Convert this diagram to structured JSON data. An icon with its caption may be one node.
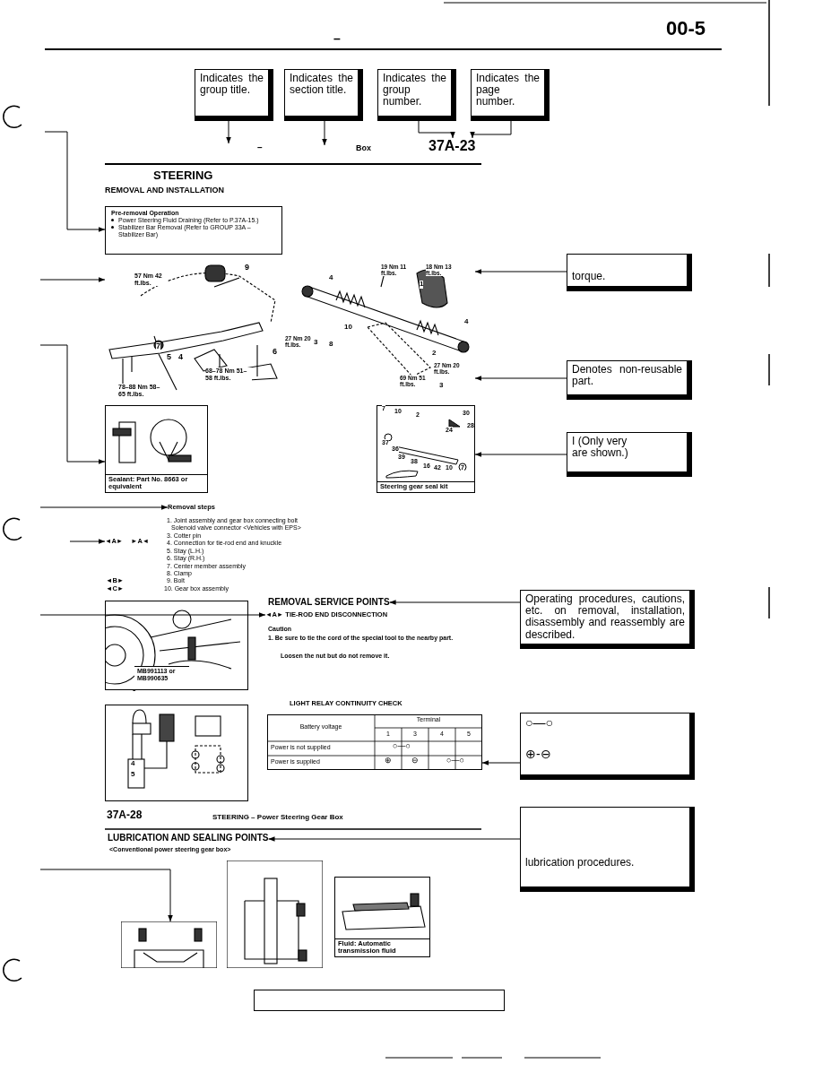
{
  "diagram": {
    "nodes": [
      {
        "text": [
          "Indicates the group title."
        ]
      },
      {
        "text": [
          "Indicates the section title."
        ]
      },
      {
        "text": [
          "Indicates the group number."
        ]
      },
      {
        "text": [
          "Indicates the page number."
        ]
      },
      {
        "text": [
          "37A-23"
        ]
      },
      {
        "text": [
          "Pre-removal Operation",
          "Power Steering Fluid Draining (Refer to P.37A-15.)",
          "Stabilizer Bar Removal (Refer to GROUP 33A – Stabilizer Bar)"
        ]
      },
      {
        "text": [],
        "shape": "picture"
      },
      {
        "text": [],
        "shape": "picture"
      },
      {
        "text": [
          "torque."
        ]
      },
      {
        "text": [
          "Denotes non-reusable part."
        ]
      },
      {
        "text": [
          "Sealant: Part No. 8663 or equivalent"
        ]
      },
      {
        "text": [
          "Steering gear seal kit"
        ]
      },
      {
        "text": [
          "I (Only very are shown.)"
        ]
      },
      {
        "text": [
          "Removal steps"
        ]
      },
      {
        "text": [
          "◄A►"
        ]
      },
      {
        "text": [
          "MB991113 or MB990635"
        ]
      },
      {
        "text": [
          "◄A► TIE-ROD END DISCONNECTION"
        ]
      },
      {
        "text": [
          "REMOVAL SERVICE POINTS"
        ]
      },
      {
        "text": [
          "Operating procedures, cautions, etc. on removal, installation, disassembly and reassembly are described."
        ]
      },
      {
        "text": [],
        "shape": "picture"
      },
      {
        "text": [
          "LIGHT RELAY CONTINUITY CHECK"
        ]
      },
      {
        "text": [
          "○—○",
          "⊕-⊖"
        ]
      },
      {
        "text": [
          "LUBRICATION AND SEALING POINTS"
        ]
      },
      {
        "text": [
          "lubrication procedures."
        ]
      },
      {
        "text": [],
        "shape": "picture"
      },
      {
        "text": [],
        "shape": "picture"
      },
      {
        "text": [
          "Fluid: Automatic transmission fluid"
        ]
      },
      {
        "text": [],
        "shape": "box"
      }
    ],
    "edges": [
      {
        "from": 0,
        "to": null,
        "arrow": "to"
      },
      {
        "from": 1,
        "to": null,
        "arrow": "to"
      },
      {
        "from": 2,
        "to": 4,
        "arrow": "to"
      },
      {
        "from": 3,
        "to": 4,
        "arrow": "to"
      },
      {
        "from": null,
        "to": 5,
        "arrow": "to"
      },
      {
        "from": null,
        "to": 6,
        "arrow": "to"
      },
      {
        "from": 8,
        "to": 7,
        "arrow": "to"
      },
      {
        "from": 9,
        "to": 7,
        "arrow": "to"
      },
      {
        "from": null,
        "to": 10,
        "arrow": "to"
      },
      {
        "from": 12,
        "to": 11,
        "arrow": "to"
      },
      {
        "from": null,
        "to": 13,
        "arrow": "to"
      },
      {
        "from": null,
        "to": 14,
        "arrow": "to"
      },
      {
        "from": null,
        "to": 16,
        "arrow": "to"
      },
      {
        "from": 18,
        "to": 17,
        "arrow": "to"
      },
      {
        "from": 21,
        "to": 20,
        "arrow": "to"
      },
      {
        "from": 23,
        "to": 22,
        "arrow": "to"
      },
      {
        "from": null,
        "to": 24,
        "arrow": "to"
      }
    ],
    "labels": [
      "00-5",
      "–",
      "–",
      "Box",
      "STEERING",
      "REMOVAL AND INSTALLATION",
      "9",
      "57 Nm 42 ft.lbs.",
      "7",
      "5",
      "4",
      "6",
      "68–78 Nm 51–58 ft.lbs.",
      "78–88 Nm 58–65 ft.lbs.",
      "19 Nm 11 ft.lbs.",
      "18 Nm 13 ft.lbs.",
      "1",
      "4",
      "10",
      "27 Nm 20 ft.lbs.",
      "3",
      "8",
      "4",
      "2",
      "27 Nm 20 ft.lbs.",
      "69 Nm 51 ft.lbs.",
      "3",
      "7",
      "10",
      "2",
      "30",
      "28",
      "24",
      "37",
      "36",
      "39",
      "38",
      "16",
      "42",
      "10",
      "7",
      "1. Joint assembly and gear box connecting bolt",
      "Solenoid valve connector <Vehicles with EPS>",
      "3. Cotter pin",
      "►A◄",
      "4. Connection for tie-rod end and knuckle",
      "5. Stay (L.H.)",
      "6. Stay (R.H.)",
      "7. Center member assembly",
      "8. Clamp",
      "◄B►",
      "9. Bolt",
      "◄C►",
      "10. Gear box assembly",
      "Caution",
      "1. Be sure to tie the cord of the special tool to the nearby part.",
      "Loosen the nut but do not remove it.",
      "4",
      "5",
      "Battery voltage",
      "Terminal",
      "1",
      "3",
      "4",
      "5",
      "Power is not supplied",
      "○—○",
      "Power is supplied",
      "⊕",
      "⊖",
      "○—○",
      "37A-28",
      "STEERING – Power Steering Gear Box",
      "<Conventional power steering gear box>"
    ]
  }
}
